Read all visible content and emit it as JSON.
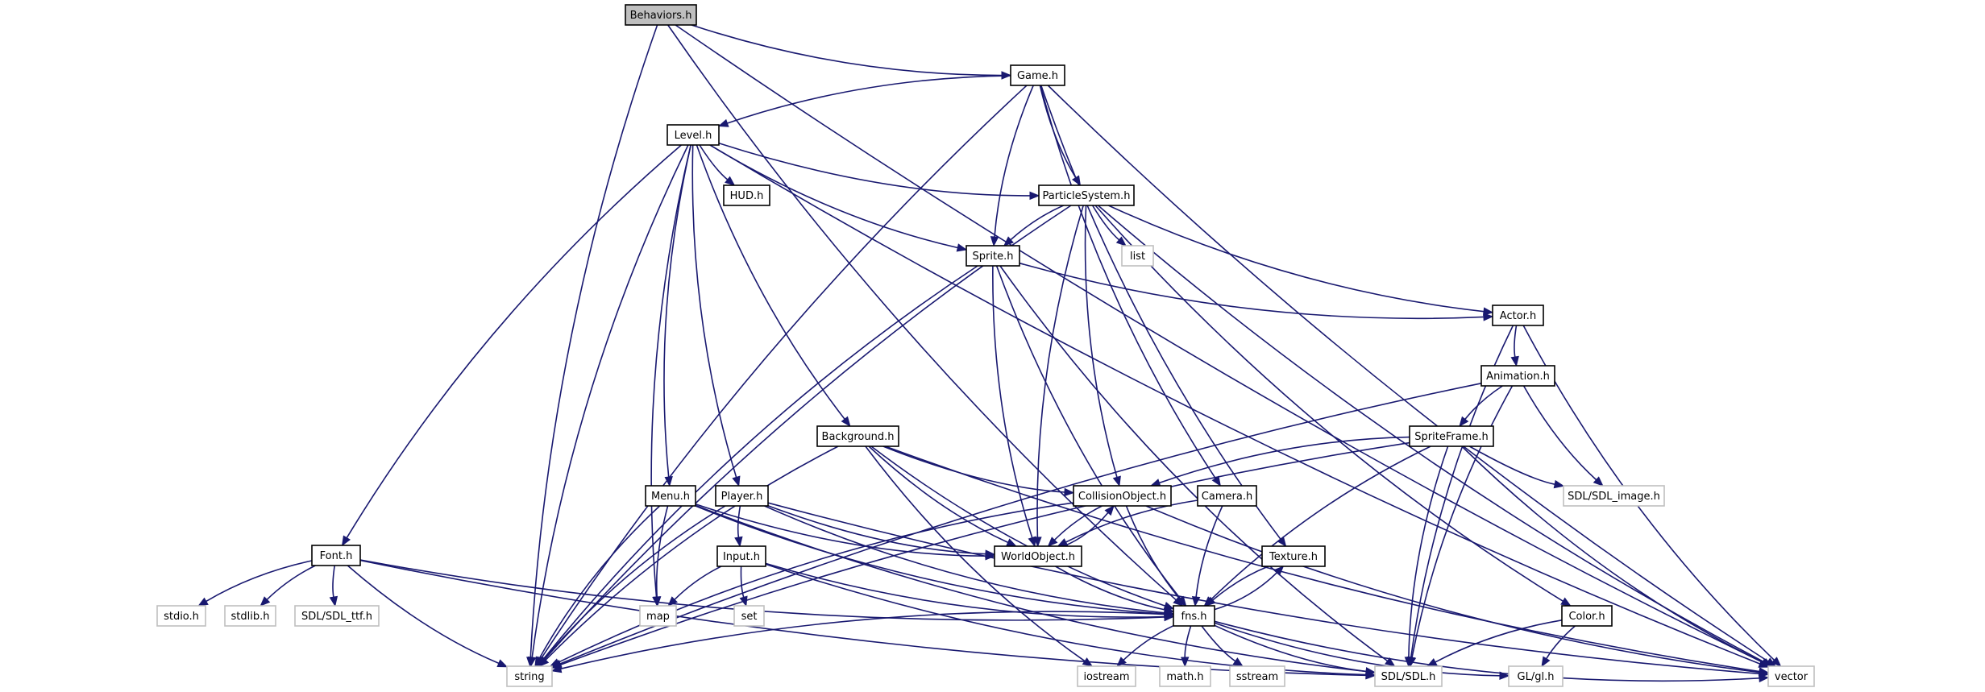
{
  "title": "Behaviors.h include dependency graph",
  "colors": {
    "edge": "#191970",
    "root_fill": "#bfbfbf",
    "node_border": "#000000",
    "external_border": "#bfbfbf",
    "background": "#ffffff"
  },
  "root": "Behaviors.h",
  "nodes": [
    {
      "id": "Behaviors.h",
      "label": "Behaviors.h",
      "kind": "root"
    },
    {
      "id": "Game.h",
      "label": "Game.h",
      "kind": "project"
    },
    {
      "id": "Level.h",
      "label": "Level.h",
      "kind": "project"
    },
    {
      "id": "HUD.h",
      "label": "HUD.h",
      "kind": "project"
    },
    {
      "id": "ParticleSystem.h",
      "label": "ParticleSystem.h",
      "kind": "project"
    },
    {
      "id": "list",
      "label": "list",
      "kind": "external"
    },
    {
      "id": "Sprite.h",
      "label": "Sprite.h",
      "kind": "project"
    },
    {
      "id": "Actor.h",
      "label": "Actor.h",
      "kind": "project"
    },
    {
      "id": "Animation.h",
      "label": "Animation.h",
      "kind": "project"
    },
    {
      "id": "SpriteFrame.h",
      "label": "SpriteFrame.h",
      "kind": "project"
    },
    {
      "id": "SDL/SDL_image.h",
      "label": "SDL/SDL_image.h",
      "kind": "external"
    },
    {
      "id": "Background.h",
      "label": "Background.h",
      "kind": "project"
    },
    {
      "id": "CollisionObject.h",
      "label": "CollisionObject.h",
      "kind": "project"
    },
    {
      "id": "Camera.h",
      "label": "Camera.h",
      "kind": "project"
    },
    {
      "id": "WorldObject.h",
      "label": "WorldObject.h",
      "kind": "project"
    },
    {
      "id": "Texture.h",
      "label": "Texture.h",
      "kind": "project"
    },
    {
      "id": "Menu.h",
      "label": "Menu.h",
      "kind": "project"
    },
    {
      "id": "Player.h",
      "label": "Player.h",
      "kind": "project"
    },
    {
      "id": "Input.h",
      "label": "Input.h",
      "kind": "project"
    },
    {
      "id": "Font.h",
      "label": "Font.h",
      "kind": "project"
    },
    {
      "id": "map",
      "label": "map",
      "kind": "external"
    },
    {
      "id": "set",
      "label": "set",
      "kind": "external"
    },
    {
      "id": "stdio.h",
      "label": "stdio.h",
      "kind": "external"
    },
    {
      "id": "stdlib.h",
      "label": "stdlib.h",
      "kind": "external"
    },
    {
      "id": "SDL/SDL_ttf.h",
      "label": "SDL/SDL_ttf.h",
      "kind": "external"
    },
    {
      "id": "fns.h",
      "label": "fns.h",
      "kind": "project"
    },
    {
      "id": "Color.h",
      "label": "Color.h",
      "kind": "project"
    },
    {
      "id": "string",
      "label": "string",
      "kind": "external"
    },
    {
      "id": "iostream",
      "label": "iostream",
      "kind": "external"
    },
    {
      "id": "math.h",
      "label": "math.h",
      "kind": "external"
    },
    {
      "id": "sstream",
      "label": "sstream",
      "kind": "external"
    },
    {
      "id": "SDL/SDL.h",
      "label": "SDL/SDL.h",
      "kind": "external"
    },
    {
      "id": "GL/gl.h",
      "label": "GL/gl.h",
      "kind": "external"
    },
    {
      "id": "vector",
      "label": "vector",
      "kind": "external"
    }
  ],
  "edges": [
    [
      "Behaviors.h",
      "Game.h"
    ],
    [
      "Behaviors.h",
      "string"
    ],
    [
      "Behaviors.h",
      "vector"
    ],
    [
      "Behaviors.h",
      "fns.h"
    ],
    [
      "Game.h",
      "Level.h"
    ],
    [
      "Game.h",
      "ParticleSystem.h"
    ],
    [
      "Game.h",
      "Sprite.h"
    ],
    [
      "Game.h",
      "Camera.h"
    ],
    [
      "Game.h",
      "Texture.h"
    ],
    [
      "Game.h",
      "string"
    ],
    [
      "Game.h",
      "vector"
    ],
    [
      "Level.h",
      "HUD.h"
    ],
    [
      "Level.h",
      "ParticleSystem.h"
    ],
    [
      "Level.h",
      "Sprite.h"
    ],
    [
      "Level.h",
      "Background.h"
    ],
    [
      "Level.h",
      "Player.h"
    ],
    [
      "Level.h",
      "Menu.h"
    ],
    [
      "Level.h",
      "Font.h"
    ],
    [
      "Level.h",
      "map"
    ],
    [
      "Level.h",
      "string"
    ],
    [
      "Level.h",
      "vector"
    ],
    [
      "ParticleSystem.h",
      "Sprite.h"
    ],
    [
      "ParticleSystem.h",
      "list"
    ],
    [
      "ParticleSystem.h",
      "CollisionObject.h"
    ],
    [
      "ParticleSystem.h",
      "WorldObject.h"
    ],
    [
      "ParticleSystem.h",
      "Actor.h"
    ],
    [
      "ParticleSystem.h",
      "string"
    ],
    [
      "ParticleSystem.h",
      "vector"
    ],
    [
      "ParticleSystem.h",
      "Color.h"
    ],
    [
      "Sprite.h",
      "Actor.h"
    ],
    [
      "Sprite.h",
      "WorldObject.h"
    ],
    [
      "Sprite.h",
      "fns.h"
    ],
    [
      "Sprite.h",
      "SDL/SDL.h"
    ],
    [
      "Sprite.h",
      "string"
    ],
    [
      "Actor.h",
      "Animation.h"
    ],
    [
      "Actor.h",
      "vector"
    ],
    [
      "Actor.h",
      "SDL/SDL.h"
    ],
    [
      "Animation.h",
      "SpriteFrame.h"
    ],
    [
      "Animation.h",
      "SDL/SDL_image.h"
    ],
    [
      "Animation.h",
      "SDL/SDL.h"
    ],
    [
      "Animation.h",
      "string"
    ],
    [
      "SpriteFrame.h",
      "CollisionObject.h"
    ],
    [
      "SpriteFrame.h",
      "SDL/SDL_image.h"
    ],
    [
      "SpriteFrame.h",
      "fns.h"
    ],
    [
      "SpriteFrame.h",
      "SDL/SDL.h"
    ],
    [
      "SpriteFrame.h",
      "vector"
    ],
    [
      "SpriteFrame.h",
      "string"
    ],
    [
      "Background.h",
      "CollisionObject.h"
    ],
    [
      "Background.h",
      "WorldObject.h"
    ],
    [
      "Background.h",
      "fns.h"
    ],
    [
      "Background.h",
      "iostream"
    ],
    [
      "Background.h",
      "string"
    ],
    [
      "Background.h",
      "vector"
    ],
    [
      "CollisionObject.h",
      "WorldObject.h"
    ],
    [
      "CollisionObject.h",
      "fns.h"
    ],
    [
      "CollisionObject.h",
      "vector"
    ],
    [
      "CollisionObject.h",
      "string"
    ],
    [
      "WorldObject.h",
      "CollisionObject.h"
    ],
    [
      "WorldObject.h",
      "fns.h"
    ],
    [
      "Camera.h",
      "WorldObject.h"
    ],
    [
      "Camera.h",
      "fns.h"
    ],
    [
      "Texture.h",
      "fns.h"
    ],
    [
      "fns.h",
      "Texture.h"
    ],
    [
      "fns.h",
      "iostream"
    ],
    [
      "fns.h",
      "math.h"
    ],
    [
      "fns.h",
      "sstream"
    ],
    [
      "fns.h",
      "SDL/SDL.h"
    ],
    [
      "fns.h",
      "GL/gl.h"
    ],
    [
      "fns.h",
      "string"
    ],
    [
      "fns.h",
      "vector"
    ],
    [
      "Menu.h",
      "map"
    ],
    [
      "Menu.h",
      "string"
    ],
    [
      "Menu.h",
      "WorldObject.h"
    ],
    [
      "Menu.h",
      "fns.h"
    ],
    [
      "Menu.h",
      "SDL/SDL.h"
    ],
    [
      "Player.h",
      "Input.h"
    ],
    [
      "Player.h",
      "WorldObject.h"
    ],
    [
      "Player.h",
      "string"
    ],
    [
      "Player.h",
      "vector"
    ],
    [
      "Player.h",
      "fns.h"
    ],
    [
      "Input.h",
      "map"
    ],
    [
      "Input.h",
      "set"
    ],
    [
      "Input.h",
      "fns.h"
    ],
    [
      "Input.h",
      "SDL/SDL.h"
    ],
    [
      "Font.h",
      "stdio.h"
    ],
    [
      "Font.h",
      "stdlib.h"
    ],
    [
      "Font.h",
      "SDL/SDL_ttf.h"
    ],
    [
      "Font.h",
      "string"
    ],
    [
      "Font.h",
      "fns.h"
    ],
    [
      "Font.h",
      "SDL/SDL.h"
    ],
    [
      "Color.h",
      "GL/gl.h"
    ],
    [
      "Color.h",
      "SDL/SDL.h"
    ]
  ]
}
